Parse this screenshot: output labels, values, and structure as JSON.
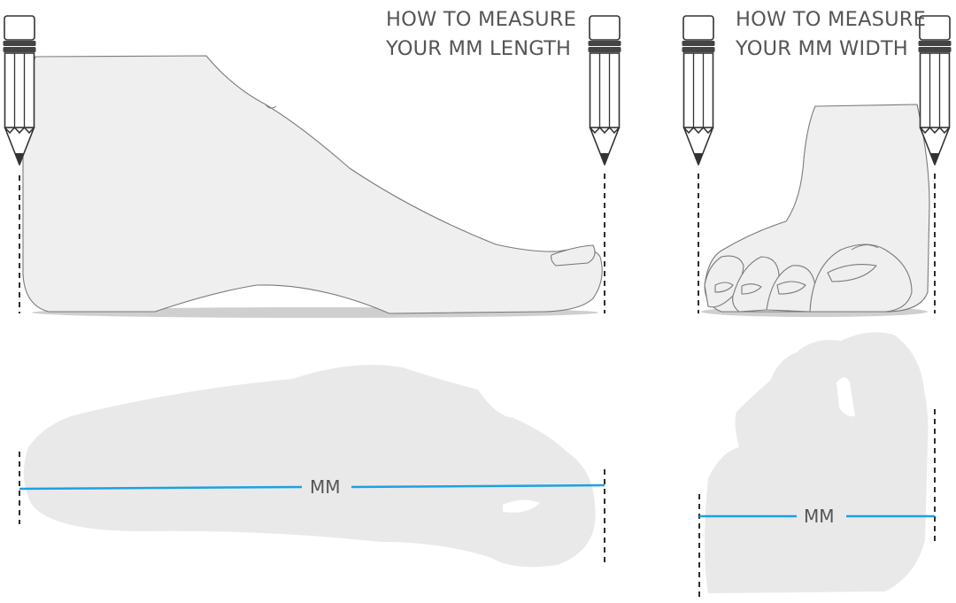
{
  "length": {
    "title_lines": [
      "HOW TO MEASURE",
      "YOUR MM LENGTH"
    ],
    "unit_label": "MM"
  },
  "width": {
    "title_lines": [
      "HOW TO MEASURE",
      "YOUR MM WIDTH"
    ],
    "unit_label": "MM"
  },
  "colors": {
    "measure_line": "#1da1e3",
    "text": "#555555",
    "foot_fill": "#efefef",
    "silhouette_fill": "#e9e9e9"
  },
  "icons": [
    "pencil-icon"
  ]
}
